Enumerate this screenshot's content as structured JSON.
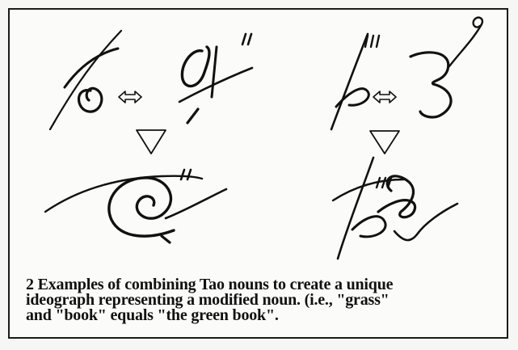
{
  "caption": {
    "line1": "2 Examples of combining Tao nouns to create a unique",
    "line2": "ideograph representing a modified noun. (i.e., \"grass\"",
    "line3": "and \"book\" equals \"the green book\"."
  },
  "icons": {
    "combine": "double-arrow-icon",
    "result": "down-triangle-icon"
  }
}
